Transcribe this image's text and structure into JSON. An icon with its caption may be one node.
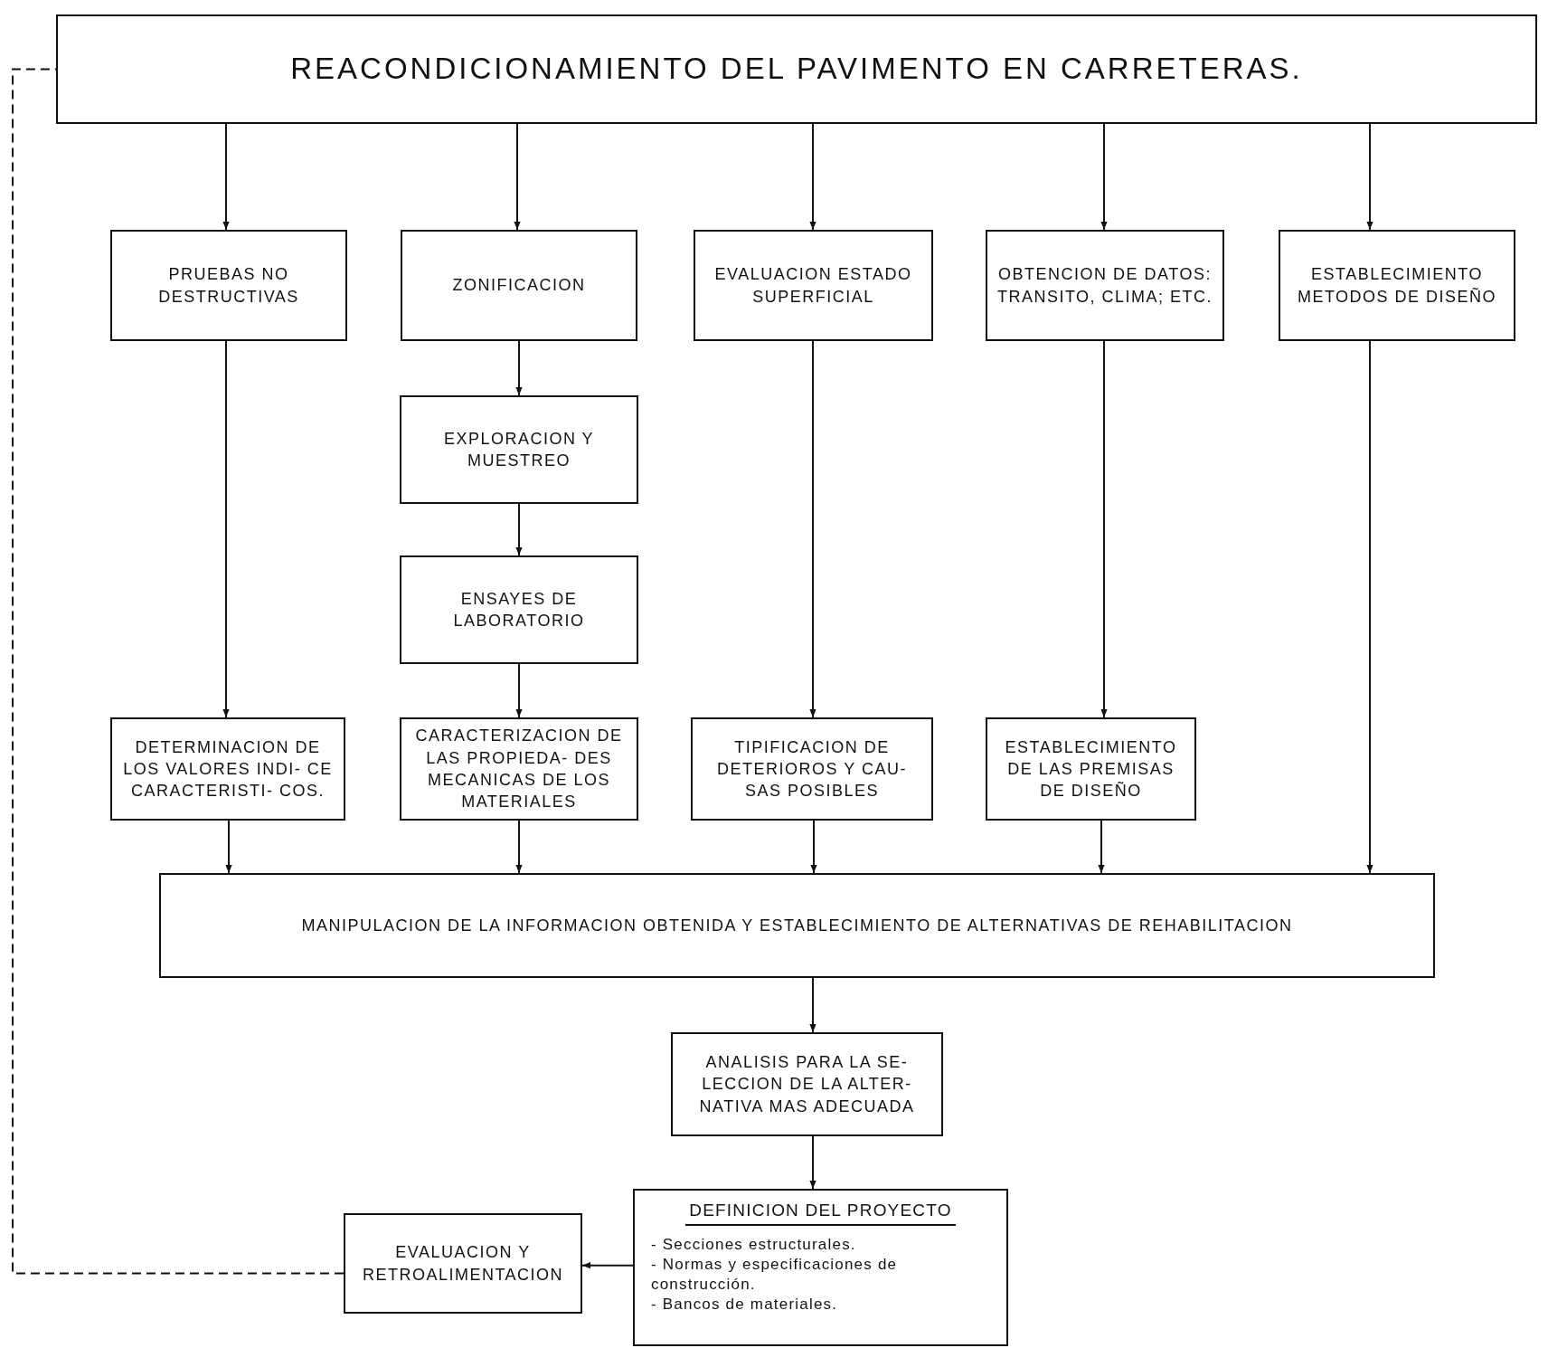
{
  "diagram": {
    "nodes": [
      {
        "text": [
          "REACONDICIONAMIENTO DEL PAVIMENTO EN CARRETERAS."
        ]
      },
      {
        "text": [
          "PRUEBAS NO DESTRUCTIVAS"
        ]
      },
      {
        "text": [
          "ZONIFICACION"
        ]
      },
      {
        "text": [
          "EVALUACION ESTADO SUPERFICIAL"
        ]
      },
      {
        "text": [
          "OBTENCION DE DATOS: TRANSITO, CLIMA; ETC."
        ]
      },
      {
        "text": [
          "ESTABLECIMIENTO METODOS DE DISEÑO"
        ]
      },
      {
        "text": [
          "EXPLORACION Y MUESTREO"
        ]
      },
      {
        "text": [
          "ENSAYES DE LABORATORIO"
        ]
      },
      {
        "text": [
          "DETERMINACION DE LOS VALORES INDI- CE CARACTERISTI- COS."
        ]
      },
      {
        "text": [
          "CARACTERIZACION DE LAS PROPIEDA- DES MECANICAS DE LOS MATERIALES"
        ]
      },
      {
        "text": [
          "TIPIFICACION DE DETERIOROS Y CAU- SAS POSIBLES"
        ]
      },
      {
        "text": [
          "ESTABLECIMIENTO DE LAS PREMISAS DE DISEÑO"
        ]
      },
      {
        "text": [
          "MANIPULACION DE LA INFORMACION OBTENIDA Y ESTABLECIMIENTO DE ALTERNATIVAS DE REHABILITACION"
        ]
      },
      {
        "text": [
          "ANALISIS PARA LA SE- LECCION DE LA ALTER- NATIVA MAS ADECUADA"
        ]
      },
      {
        "text": [
          "DEFINICION DEL PROYECTO",
          "- Secciones estructurales.",
          "- Normas y especificaciones de construcción.",
          "- Bancos de materiales."
        ]
      },
      {
        "text": [
          "EVALUACION Y RETROALIMENTACION"
        ]
      }
    ],
    "edges": [
      {
        "from": 0,
        "to": 1,
        "arrow": "to"
      },
      {
        "from": 0,
        "to": 2,
        "arrow": "to"
      },
      {
        "from": 0,
        "to": 3,
        "arrow": "to"
      },
      {
        "from": 0,
        "to": 4,
        "arrow": "to"
      },
      {
        "from": 0,
        "to": 5,
        "arrow": "to"
      },
      {
        "from": 1,
        "to": 8,
        "arrow": "to"
      },
      {
        "from": 2,
        "to": 6,
        "arrow": "to"
      },
      {
        "from": 6,
        "to": 7,
        "arrow": "to"
      },
      {
        "from": 7,
        "to": 9,
        "arrow": "to"
      },
      {
        "from": 3,
        "to": 10,
        "arrow": "to"
      },
      {
        "from": 4,
        "to": 11,
        "arrow": "to"
      },
      {
        "from": 5,
        "to": 12,
        "arrow": "to"
      },
      {
        "from": 8,
        "to": 12,
        "arrow": "to"
      },
      {
        "from": 9,
        "to": 12,
        "arrow": "to"
      },
      {
        "from": 10,
        "to": 12,
        "arrow": "to"
      },
      {
        "from": 11,
        "to": 12,
        "arrow": "to"
      },
      {
        "from": 12,
        "to": 13,
        "arrow": "to"
      },
      {
        "from": 13,
        "to": 14,
        "arrow": "to"
      },
      {
        "from": 14,
        "to": 15,
        "arrow": "to"
      },
      {
        "from": 15,
        "to": 0,
        "arrow": "none",
        "style": "dashed"
      }
    ]
  }
}
